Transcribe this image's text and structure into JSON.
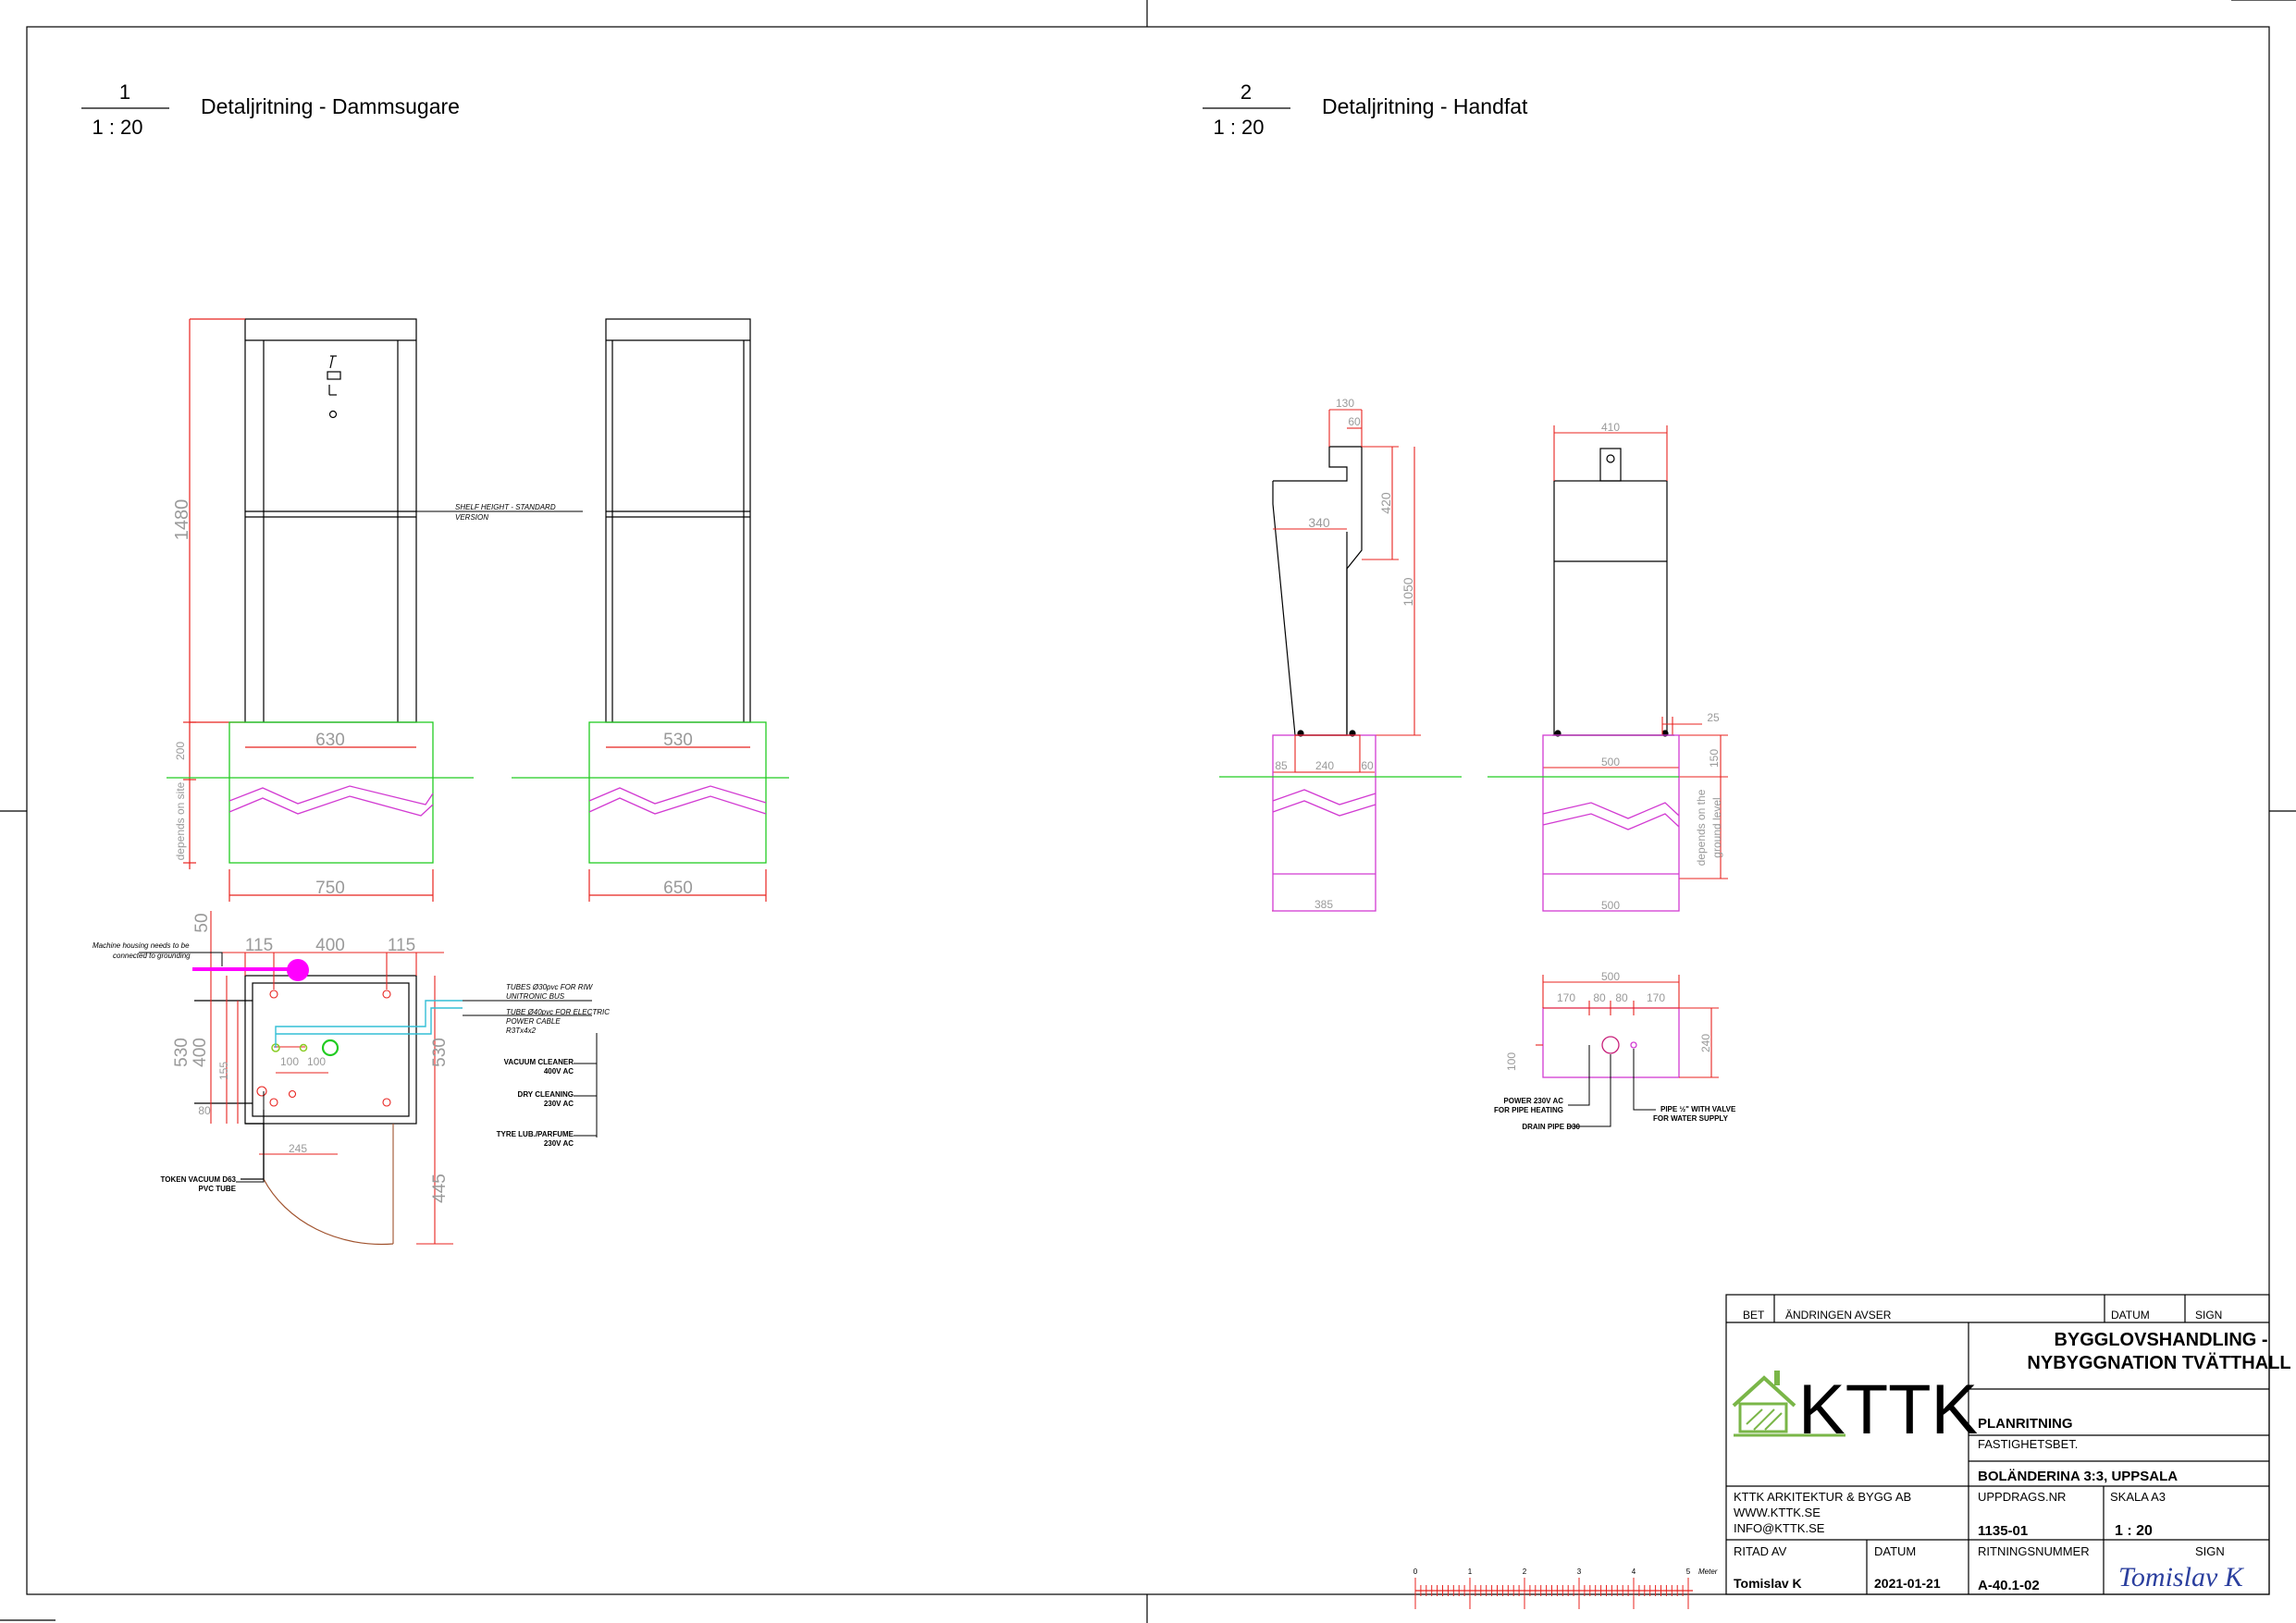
{
  "views": {
    "v1": {
      "number": "1",
      "scale": "1 : 20",
      "title": "Detaljritning - Dammsugare"
    },
    "v2": {
      "number": "2",
      "scale": "1 : 20",
      "title": "Detaljritning - Handfat"
    }
  },
  "dammsugare": {
    "front": {
      "height": "1480",
      "width": "630",
      "base_height": "200",
      "base_depth": "depends on site",
      "base_width": "750"
    },
    "side": {
      "width": "530",
      "base_width": "650"
    },
    "shelf_note_1": "SHELF HEIGHT - STANDARD",
    "shelf_note_2": "VERSION",
    "plan": {
      "grounding_1": "Machine housing needs to be",
      "grounding_2": "connected to grounding",
      "d_top_50": "50",
      "d_115a": "115",
      "d_400": "400",
      "d_115b": "115",
      "d_530_left": "530",
      "d_400_left": "400",
      "d_155": "155",
      "d_80": "80",
      "d_100a": "100",
      "d_100b": "100",
      "d_245": "245",
      "d_530_right": "530",
      "d_445": "445",
      "tube_1": "TUBES Ø30pvc FOR RIW",
      "tube_2": "UNITRONIC BUS",
      "tube_3": "TUBE Ø40pvc FOR ELECTRIC",
      "tube_4": "POWER CABLE",
      "tube_5": "R3Tx4x2",
      "vac_1": "VACUUM CLEANER",
      "vac_2": "400V AC",
      "dry_1": "DRY CLEANING",
      "dry_2": "230V AC",
      "tyre_1": "TYRE LUB./PARFUME",
      "tyre_2": "230V AC",
      "token_1": "TOKEN VACUUM D63",
      "token_2": "PVC TUBE"
    }
  },
  "handfat": {
    "side": {
      "d_130": "130",
      "d_60": "60",
      "d_420": "420",
      "d_340": "340",
      "d_1050": "1050",
      "d_85": "85",
      "d_240": "240",
      "d_60b": "60",
      "d_385": "385"
    },
    "front": {
      "d_410": "410",
      "d_25": "25",
      "d_500": "500",
      "d_150": "150",
      "d_depends": "depends on the",
      "d_depends2": "ground level",
      "d_500b": "500"
    },
    "plan": {
      "d_500": "500",
      "d_170a": "170",
      "d_80a": "80",
      "d_80b": "80",
      "d_170b": "170",
      "d_100": "100",
      "d_240": "240",
      "power_1": "POWER 230V AC",
      "power_2": "FOR PIPE HEATING",
      "drain": "DRAIN PIPE D30",
      "pipe_1": "PIPE ½\" WITH VALVE",
      "pipe_2": "FOR WATER SUPPLY"
    }
  },
  "title_block": {
    "bet": "BET",
    "andringen": "ÄNDRINGEN AVSER",
    "datum_hdr": "DATUM",
    "sign_hdr": "SIGN",
    "project_1": "BYGGLOVSHANDLING -",
    "project_2": "NYBYGGNATION TVÄTTHALL",
    "logo_text": "KTTK",
    "drawing_type": "PLANRITNING",
    "fastighet_label": "FASTIGHETSBET.",
    "fastighet": "BOLÄNDERINA 3:3, UPPSALA",
    "company": "KTTK ARKITEKTUR & BYGG AB",
    "web": "WWW.KTTK.SE",
    "email": "INFO@KTTK.SE",
    "uppdrag_label": "UPPDRAGS.NR",
    "uppdrag": "1135-01",
    "skala_label": "SKALA A3",
    "skala": "1 : 20",
    "ritad_label": "RITAD AV",
    "ritad": "Tomislav K",
    "datum_label": "DATUM",
    "datum": "2021-01-21",
    "ritnr_label": "RITNINGSNUMMER",
    "ritnr": "A-40.1-02",
    "sign_label": "SIGN",
    "signature": "Tomislav K"
  },
  "scale_bar": {
    "t0": "0",
    "t1": "1",
    "t2": "2",
    "t3": "3",
    "t4": "4",
    "t5": "5",
    "unit": "Meter"
  },
  "colors": {
    "dim": "#e8231f",
    "ground": "#22cc22",
    "foundation": "#d23bd2",
    "tube": "#33bfd6",
    "grey_text": "#9a9a9a",
    "logo_green": "#7ab648"
  }
}
